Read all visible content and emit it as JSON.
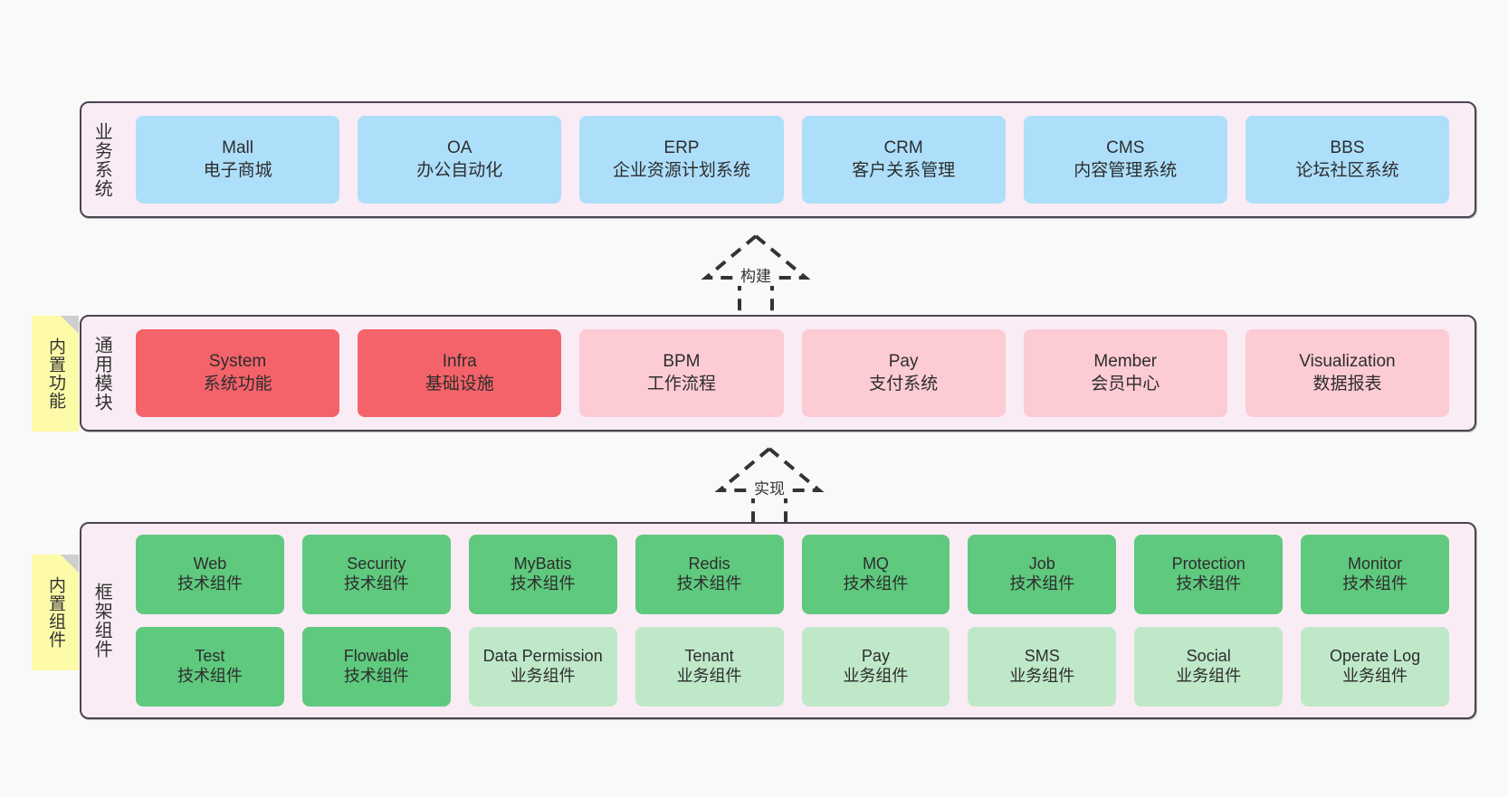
{
  "background_color": "#f9f9f9",
  "palette": {
    "layer_fill": "#faecf5",
    "layer_border": "#4a4450",
    "business_box": "#addffb",
    "module_primary": "#f4636a",
    "module_secondary": "#fccbd3",
    "tech_component": "#5fc97e",
    "biz_component": "#bfe8c8",
    "note_fill": "#fdfaa8",
    "note_fold": "#cfcfcf"
  },
  "layers": [
    {
      "id": "business-system",
      "title": "业务系统",
      "boxes": [
        {
          "en": "Mall",
          "cn": "电子商城"
        },
        {
          "en": "OA",
          "cn": "办公自动化"
        },
        {
          "en": "ERP",
          "cn": "企业资源计划系统"
        },
        {
          "en": "CRM",
          "cn": "客户关系管理"
        },
        {
          "en": "CMS",
          "cn": "内容管理系统"
        },
        {
          "en": "BBS",
          "cn": "论坛社区系统"
        }
      ]
    },
    {
      "id": "common-module",
      "title": "通用模块",
      "boxes": [
        {
          "en": "System",
          "cn": "系统功能"
        },
        {
          "en": "Infra",
          "cn": "基础设施"
        },
        {
          "en": "BPM",
          "cn": "工作流程"
        },
        {
          "en": "Pay",
          "cn": "支付系统"
        },
        {
          "en": "Member",
          "cn": "会员中心"
        },
        {
          "en": "Visualization",
          "cn": "数据报表"
        }
      ]
    },
    {
      "id": "framework-component",
      "title": "框架组件",
      "row_top": [
        {
          "en": "Web",
          "cn": "技术组件"
        },
        {
          "en": "Security",
          "cn": "技术组件"
        },
        {
          "en": "MyBatis",
          "cn": "技术组件"
        },
        {
          "en": "Redis",
          "cn": "技术组件"
        },
        {
          "en": "MQ",
          "cn": "技术组件"
        },
        {
          "en": "Job",
          "cn": "技术组件"
        },
        {
          "en": "Protection",
          "cn": "技术组件"
        },
        {
          "en": "Monitor",
          "cn": "技术组件"
        }
      ],
      "row_bottom": [
        {
          "en": "Test",
          "cn": "技术组件"
        },
        {
          "en": "Flowable",
          "cn": "技术组件"
        },
        {
          "en": "Data Permission",
          "cn": "业务组件"
        },
        {
          "en": "Tenant",
          "cn": "业务组件"
        },
        {
          "en": "Pay",
          "cn": "业务组件"
        },
        {
          "en": "SMS",
          "cn": "业务组件"
        },
        {
          "en": "Social",
          "cn": "业务组件"
        },
        {
          "en": "Operate Log",
          "cn": "业务组件"
        }
      ]
    }
  ],
  "notes": [
    {
      "id": "built-in-features",
      "label": "内置功能"
    },
    {
      "id": "built-in-components",
      "label": "内置组件"
    }
  ],
  "connectors": [
    {
      "id": "build",
      "label": "构建"
    },
    {
      "id": "implement",
      "label": "实现"
    }
  ]
}
